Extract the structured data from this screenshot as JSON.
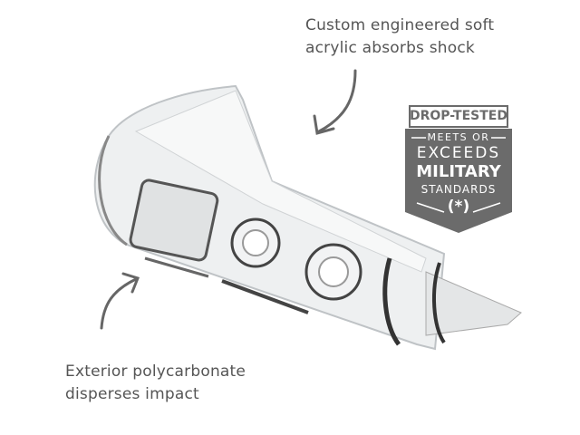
{
  "captions": {
    "top": [
      "Custom engineered soft",
      "acrylic absorbs shock"
    ],
    "bottom": [
      "Exterior polycarbonate",
      "disperses impact"
    ]
  },
  "badge": {
    "header": "DROP-TESTED",
    "line1": "MEETS OR",
    "line2": "EXCEEDS",
    "line3": "MILITARY",
    "line4": "STANDARDS",
    "symbol": "(*)",
    "color": "#6b6b6b"
  }
}
